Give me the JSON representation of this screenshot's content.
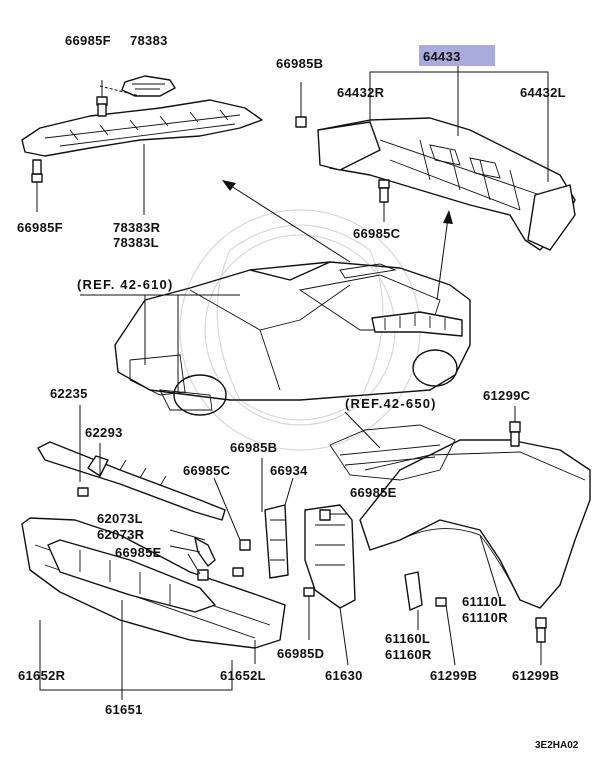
{
  "diagram": {
    "highlight_color": "#a9abdc",
    "labels": {
      "p66985F_top": "66985F",
      "p78383": "78383",
      "p66985F_bottom": "66985F",
      "p78383RL": "78383R\n78383L",
      "p66985B_top": "66985B",
      "p64433": "64433",
      "p64432R": "64432R",
      "p64432L": "64432L",
      "p66985C_right": "66985C",
      "ref_42_610": "(REF. 42-610)",
      "ref_42_650": "(REF.42-650)",
      "p62235": "62235",
      "p62293": "62293",
      "p66985B_mid": "66985B",
      "p66985C_mid": "66985C",
      "p66934": "66934",
      "p66985E_right": "66985E",
      "p62073": "62073L\n62073R",
      "p66985E_left": "66985E",
      "p61299C": "61299C",
      "p61110": "61110L\n61110R",
      "p61160": "61160L\n61160R",
      "p61299B_mid": "61299B",
      "p61299B_right": "61299B",
      "p66985D": "66985D",
      "p61630": "61630",
      "p61652R": "61652R",
      "p61652L": "61652L",
      "p61651": "61651",
      "diagram_code": "3E2HA02"
    }
  }
}
